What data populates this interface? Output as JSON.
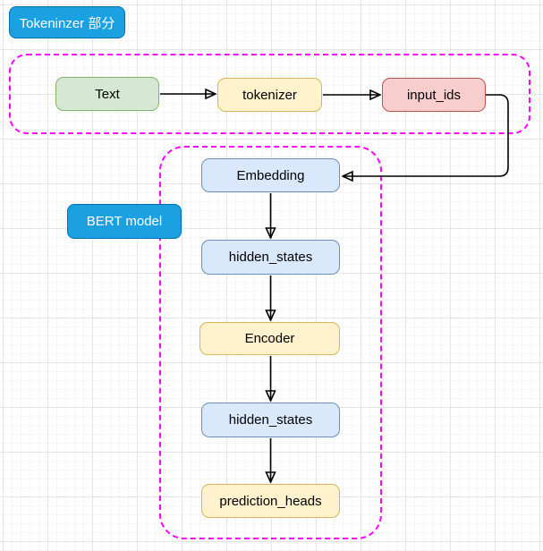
{
  "badges": {
    "tokenizer_section": "Tokeninzer 部分",
    "bert_model": "BERT model"
  },
  "nodes": {
    "text": "Text",
    "tokenizer": "tokenizer",
    "input_ids": "input_ids",
    "embedding": "Embedding",
    "hidden_states_1": "hidden_states",
    "encoder": "Encoder",
    "hidden_states_2": "hidden_states",
    "prediction_heads": "prediction_heads"
  },
  "colors": {
    "badge_fill": "#1ba1e2",
    "badge_border": "#006eaf",
    "badge_text": "#ffffff",
    "green_fill": "#d5e8d4",
    "green_border": "#82b366",
    "yellow_fill": "#fff2cc",
    "yellow_border": "#d6b656",
    "red_fill": "#f8cecc",
    "red_border": "#b85450",
    "blue_fill": "#dae8fc",
    "blue_border": "#6c8ebf",
    "container_border": "#ff00ff",
    "arrow": "#000000",
    "grid_minor": "#f5f5f5",
    "grid_major": "#e4e4e4"
  }
}
